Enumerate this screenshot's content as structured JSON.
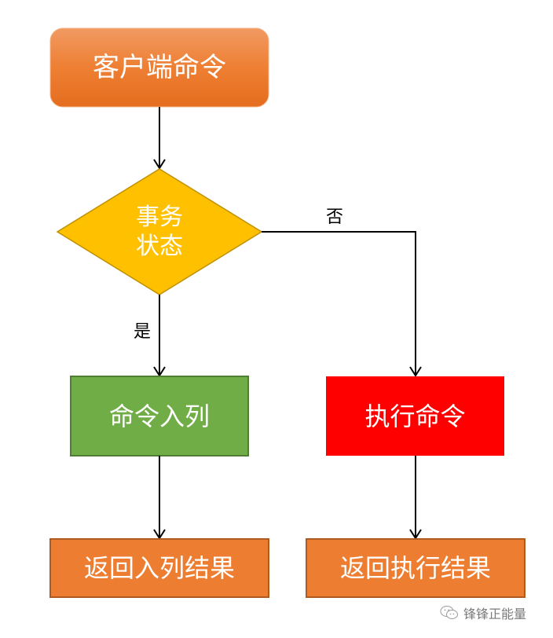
{
  "nodes": {
    "start": {
      "label": "客户端命令",
      "shape": "rounded-rect",
      "fill": "#ED7D31"
    },
    "decision": {
      "label_line1": "事务",
      "label_line2": "状态",
      "shape": "diamond",
      "fill": "#FFC000"
    },
    "enqueue": {
      "label": "命令入列",
      "shape": "rect",
      "fill": "#70AD47"
    },
    "execute": {
      "label": "执行命令",
      "shape": "rect",
      "fill": "#FF0000"
    },
    "return_enqueue": {
      "label": "返回入列结果",
      "shape": "rect",
      "fill": "#ED7D31"
    },
    "return_execute": {
      "label": "返回执行结果",
      "shape": "rect",
      "fill": "#ED7D31"
    }
  },
  "edges": {
    "yes_label": "是",
    "no_label": "否"
  },
  "watermark": {
    "icon": "wechat-icon",
    "text": "锋锋正能量"
  }
}
